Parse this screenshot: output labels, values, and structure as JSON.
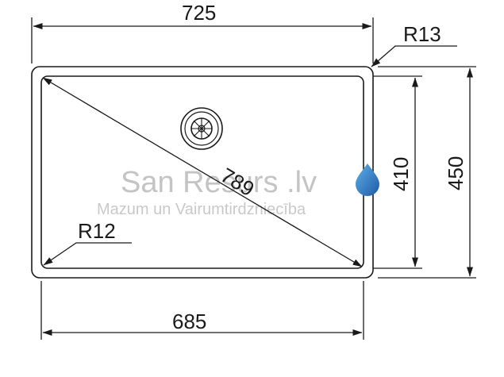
{
  "dimensions": {
    "outer_width": "725",
    "outer_height": "450",
    "inner_width": "685",
    "inner_height": "410",
    "diagonal": "789",
    "outer_radius": "R13",
    "inner_radius": "R12"
  },
  "watermark": {
    "title": "San Resurs .lv",
    "subtitle": "Mazum un Vairumtirdzniecība",
    "drop_icon": "water-drop-icon",
    "drop_color": "#2f6fb5"
  },
  "colors": {
    "line": "#1a1a1a",
    "background": "#ffffff"
  }
}
